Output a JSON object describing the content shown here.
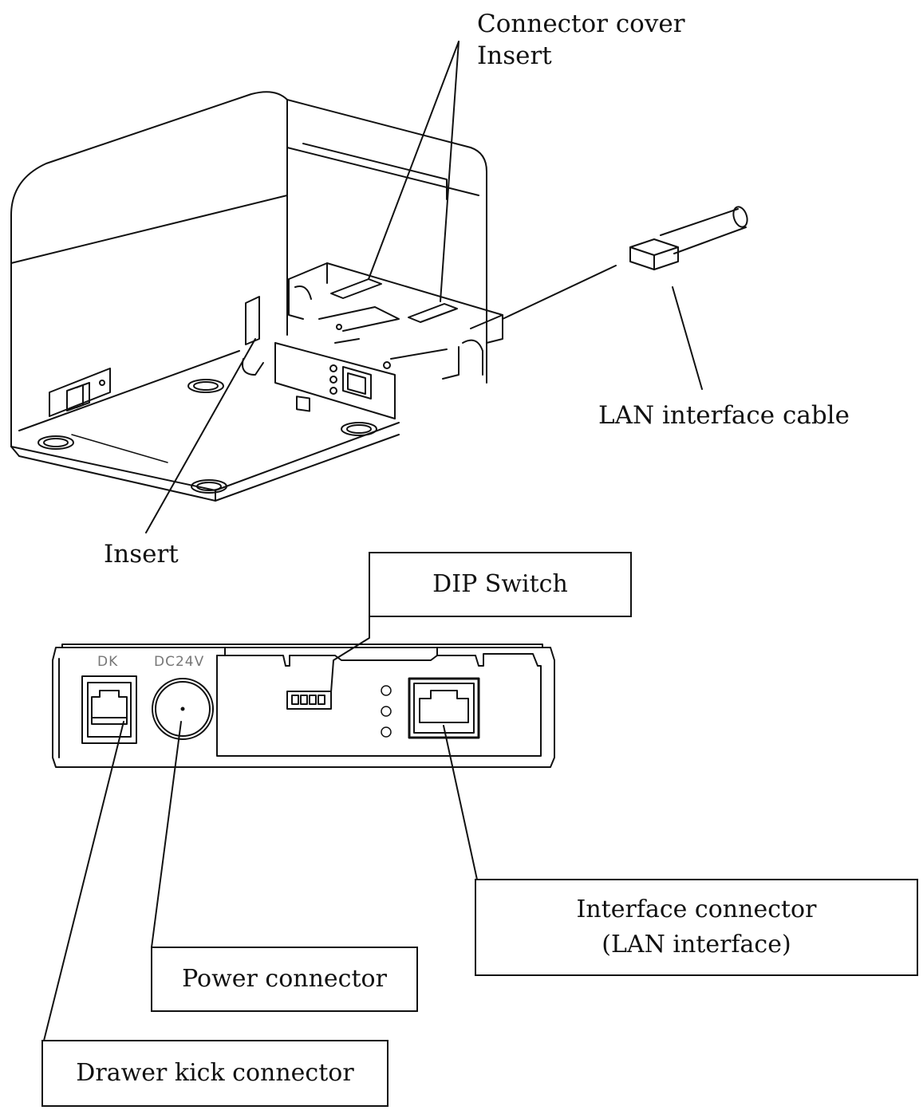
{
  "labels": {
    "connector_cover": "Connector cover",
    "insert_top": "Insert",
    "lan_cable": "LAN interface cable",
    "insert_left": "Insert",
    "dip_switch": "DIP Switch",
    "interface_connector_line1": "Interface connector",
    "interface_connector_line2": "(LAN interface)",
    "power_connector": "Power connector",
    "drawer_kick": "Drawer kick connector",
    "panel_dk": "DK",
    "panel_dc24v": "DC24V"
  }
}
